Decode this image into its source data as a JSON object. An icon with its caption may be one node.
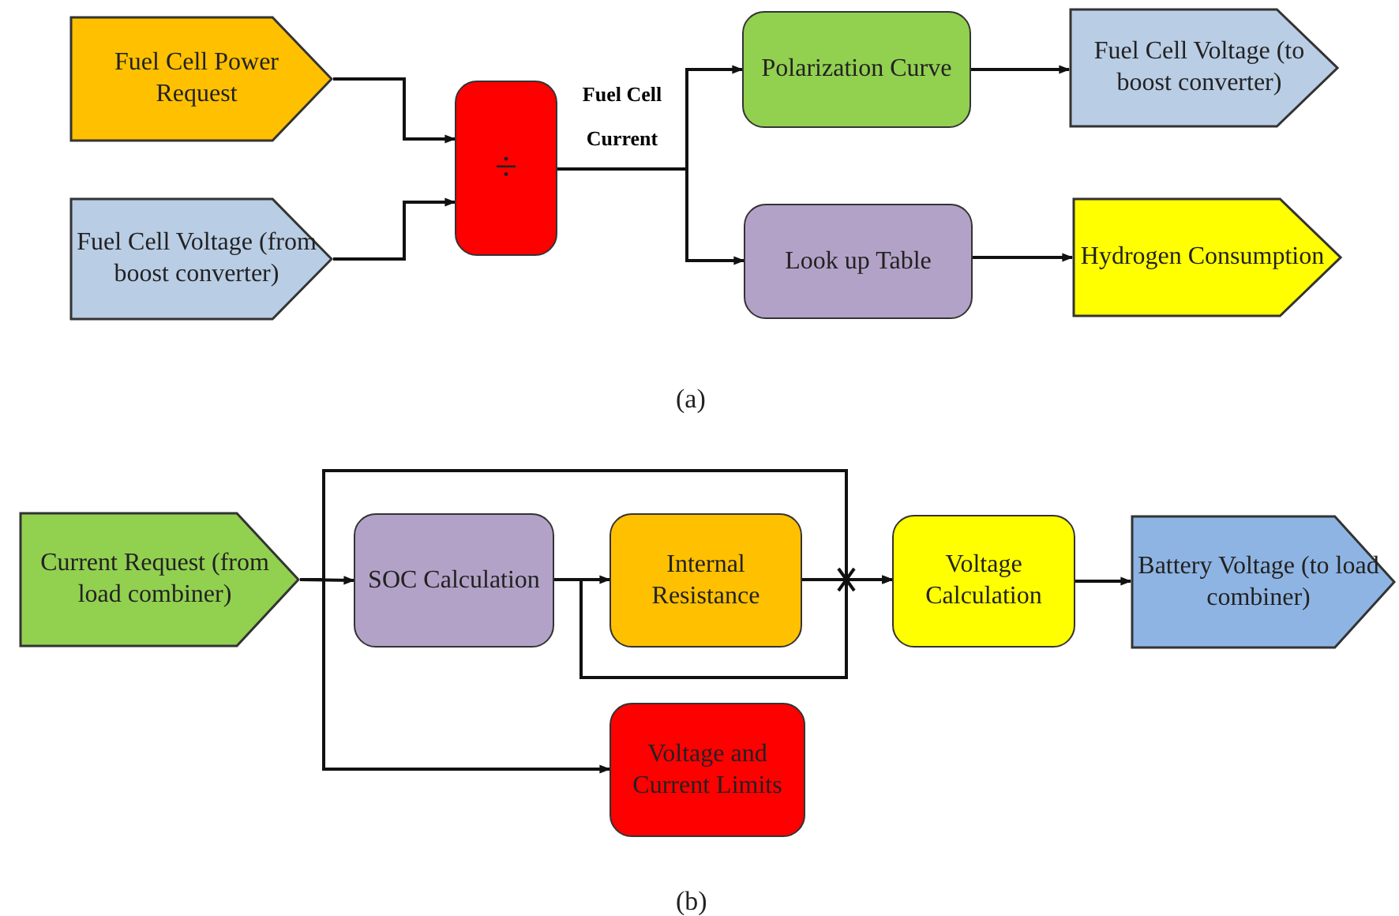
{
  "diagram": {
    "nodes": [
      {
        "text": [
          "Fuel Cell Power Request"
        ]
      },
      {
        "text": [
          "Fuel Cell Voltage (from boost converter)"
        ]
      },
      {
        "text": [
          "÷"
        ]
      },
      {
        "text": [
          "Polarization Curve"
        ]
      },
      {
        "text": [
          "Look up Table"
        ]
      },
      {
        "text": [
          "Fuel Cell Voltage (to boost converter)"
        ]
      },
      {
        "text": [
          "Hydrogen Consumption"
        ]
      },
      {
        "text": [
          "Current Request (from load combiner)"
        ]
      },
      {
        "text": [
          "SOC Calculation"
        ]
      },
      {
        "text": [
          "Internal Resistance"
        ]
      },
      {
        "text": [
          "Voltage Calculation"
        ]
      },
      {
        "text": [
          "Battery Voltage (to load combiner)"
        ]
      },
      {
        "text": [
          "Voltage and Current Limits"
        ]
      }
    ],
    "edges": [
      {
        "from": 0,
        "to": 2,
        "arrow": "to"
      },
      {
        "from": 1,
        "to": 2,
        "arrow": "to"
      },
      {
        "from": 2,
        "to": 3,
        "arrow": "to",
        "label": "Fuel Cell Current"
      },
      {
        "from": 2,
        "to": 4,
        "arrow": "to"
      },
      {
        "from": 3,
        "to": 5,
        "arrow": "to"
      },
      {
        "from": 4,
        "to": 6,
        "arrow": "to"
      },
      {
        "from": 7,
        "to": 8,
        "arrow": "to"
      },
      {
        "from": 7,
        "to": 10,
        "arrow": "to"
      },
      {
        "from": 8,
        "to": 9,
        "arrow": "to"
      },
      {
        "from": 8,
        "to": 10,
        "arrow": "to"
      },
      {
        "from": 9,
        "to": 10,
        "arrow": "to"
      },
      {
        "from": 10,
        "to": 11,
        "arrow": "to"
      },
      {
        "from": 7,
        "to": 12,
        "arrow": "to"
      }
    ],
    "labels": [
      "(a)",
      "(b)"
    ]
  }
}
